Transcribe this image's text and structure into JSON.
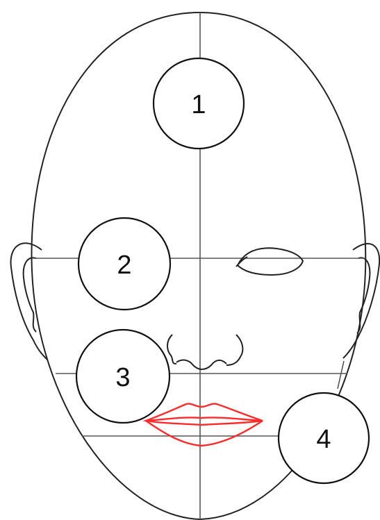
{
  "colors": {
    "outline": "#222222",
    "guide_lines": "#555555",
    "lips": "#ff2a2a",
    "background": "#ffffff"
  },
  "callouts": [
    {
      "label": "1"
    },
    {
      "label": "2"
    },
    {
      "label": "3"
    },
    {
      "label": "4"
    }
  ]
}
